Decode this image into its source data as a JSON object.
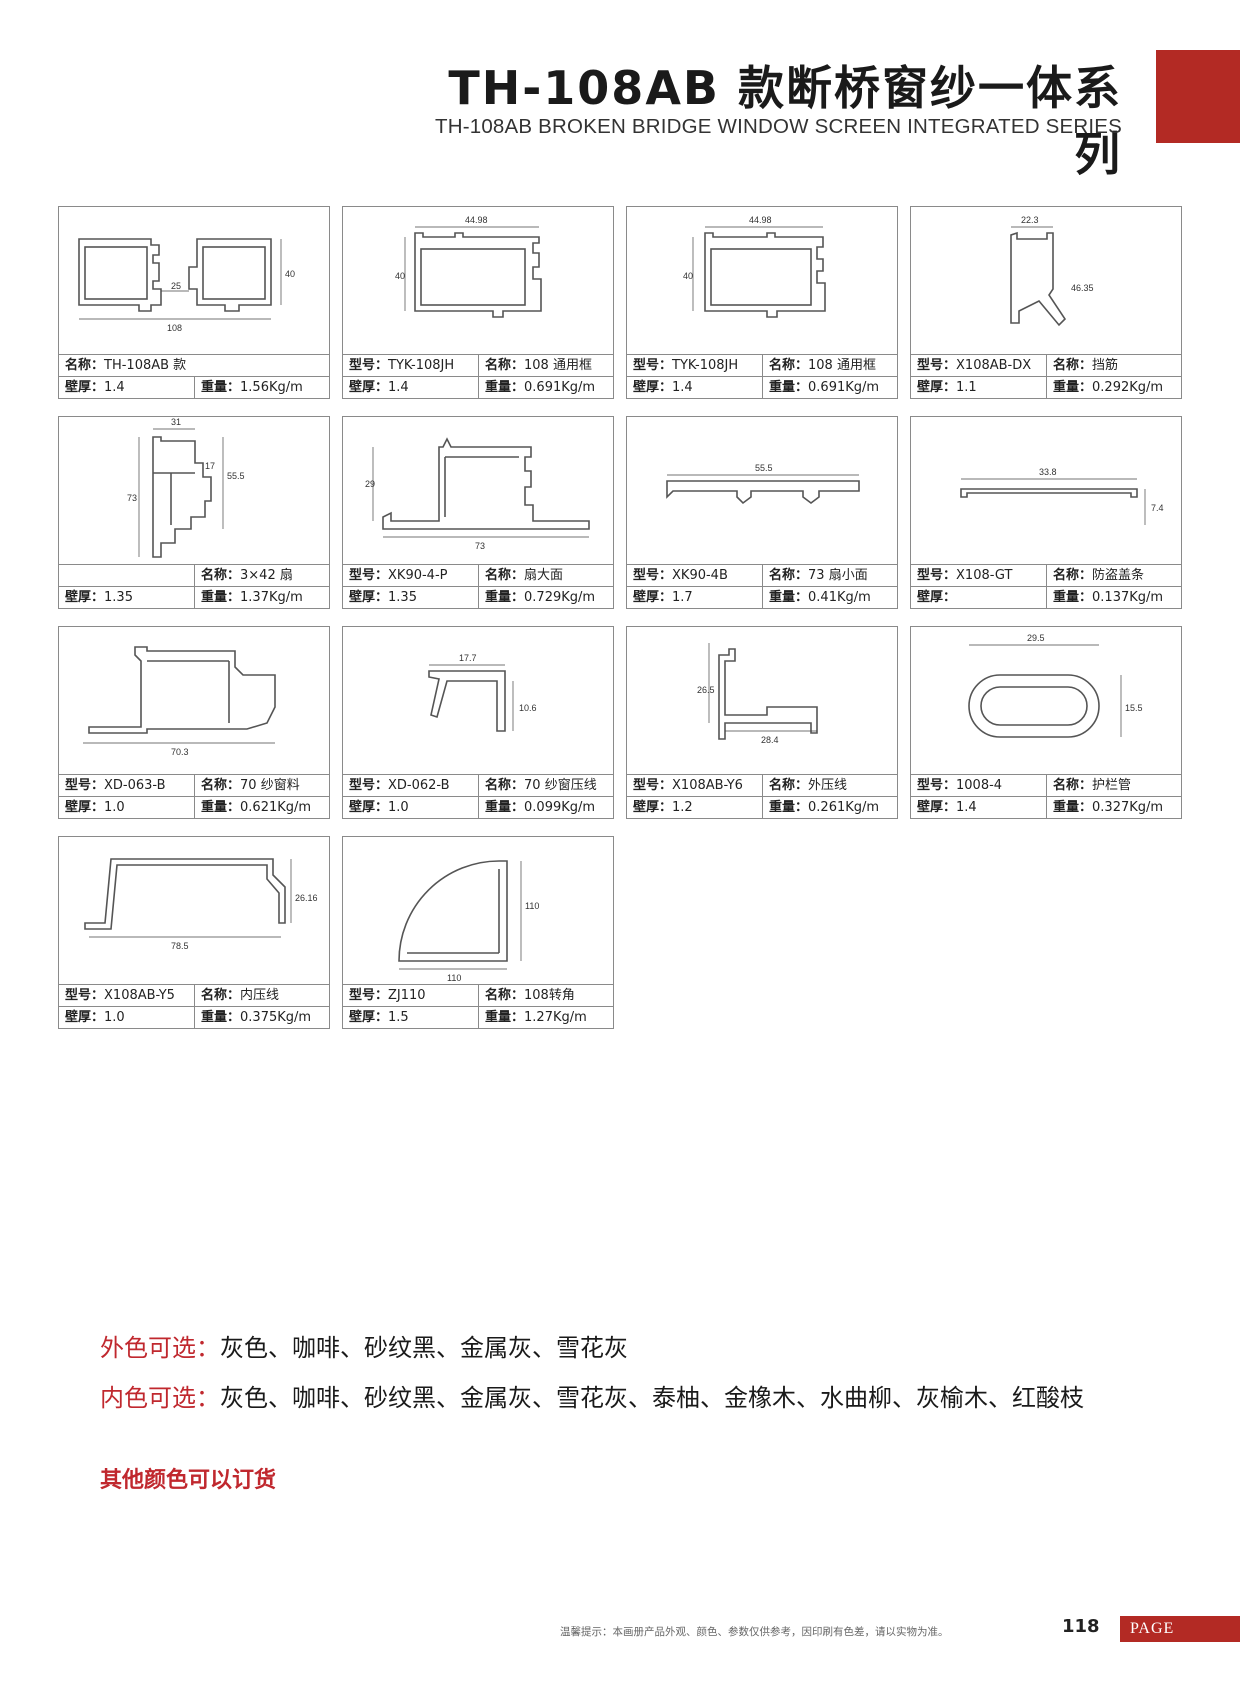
{
  "header": {
    "title": "TH-108AB 款断桥窗纱一体系列",
    "subtitle": "TH-108AB BROKEN BRIDGE WINDOW SCREEN INTEGRATED SERIES"
  },
  "labels": {
    "model": "型号：",
    "name": "名称：",
    "wall": "壁厚：",
    "weight": "重量："
  },
  "products": [
    {
      "model": "",
      "name": "TH-108AB 款",
      "wall": "1.4",
      "weight": "1.56Kg/m",
      "dims": [
        "108",
        "25",
        "40"
      ]
    },
    {
      "model": "TYK-108JH",
      "name": "108 通用框",
      "wall": "1.4",
      "weight": "0.691Kg/m",
      "dims": [
        "44.98",
        "40"
      ]
    },
    {
      "model": "TYK-108JH",
      "name": "108 通用框",
      "wall": "1.4",
      "weight": "0.691Kg/m",
      "dims": [
        "44.98",
        "40"
      ]
    },
    {
      "model": "X108AB-DX",
      "name": "挡筋",
      "wall": "1.1",
      "weight": "0.292Kg/m",
      "dims": [
        "22.3",
        "46.35"
      ]
    },
    {
      "model": "",
      "name": "3×42 扇",
      "wall": "1.35",
      "weight": "1.37Kg/m",
      "dims": [
        "31",
        "73",
        "55.5",
        "17"
      ]
    },
    {
      "model": "XK90-4-P",
      "name": "扇大面",
      "wall": "1.35",
      "weight": "0.729Kg/m",
      "dims": [
        "29",
        "73"
      ]
    },
    {
      "model": "XK90-4B",
      "name": "73 扇小面",
      "wall": "1.7",
      "weight": "0.41Kg/m",
      "dims": [
        "55.5"
      ]
    },
    {
      "model": "X108-GT",
      "name": "防盗盖条",
      "wall": "",
      "weight": "0.137Kg/m",
      "dims": [
        "33.8",
        "7.4"
      ]
    },
    {
      "model": "XD-063-B",
      "name": "70 纱窗料",
      "wall": "1.0",
      "weight": "0.621Kg/m",
      "dims": [
        "70.3"
      ]
    },
    {
      "model": "XD-062-B",
      "name": "70 纱窗压线",
      "wall": "1.0",
      "weight": "0.099Kg/m",
      "dims": [
        "17.7",
        "10.6"
      ]
    },
    {
      "model": "X108AB-Y6",
      "name": "外压线",
      "wall": "1.2",
      "weight": "0.261Kg/m",
      "dims": [
        "26.5",
        "28.4"
      ]
    },
    {
      "model": "1008-4",
      "name": "护栏管",
      "wall": "1.4",
      "weight": "0.327Kg/m",
      "dims": [
        "29.5",
        "15.5"
      ]
    },
    {
      "model": "X108AB-Y5",
      "name": "内压线",
      "wall": "1.0",
      "weight": "0.375Kg/m",
      "dims": [
        "26.16",
        "78.5"
      ]
    },
    {
      "model": "ZJ110",
      "name": "108转角",
      "wall": "1.5",
      "weight": "1.27Kg/m",
      "dims": [
        "110",
        "110"
      ]
    }
  ],
  "colors": {
    "outer_label": "外色可选：",
    "outer_values": "灰色、咖啡、砂纹黑、金属灰、雪花灰",
    "inner_label": "内色可选：",
    "inner_values": "灰色、咖啡、砂纹黑、金属灰、雪花灰、泰柚、金橡木、水曲柳、灰榆木、红酸枝",
    "order_note": "其他颜色可以订货"
  },
  "footer": {
    "tip": "温馨提示：本画册产品外观、颜色、参数仅供参考，因印刷有色差，请以实物为准。",
    "page_number": "118",
    "page_label": "PAGE"
  },
  "theme": {
    "accent": "#b32a24",
    "highlight_text": "#c0282e"
  }
}
